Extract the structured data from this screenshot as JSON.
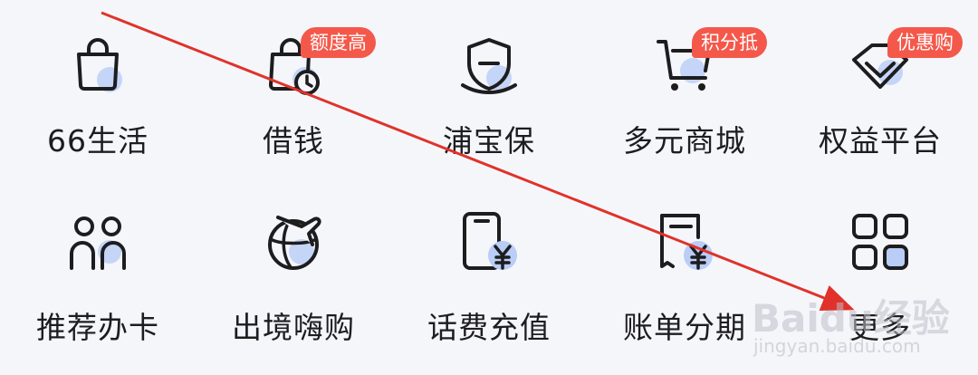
{
  "menu": {
    "row1": [
      {
        "label": "66生活",
        "icon": "shopping-bag-icon"
      },
      {
        "label": "借钱",
        "icon": "bag-clock-icon",
        "badge": "额度高"
      },
      {
        "label": "浦宝保",
        "icon": "shield-icon"
      },
      {
        "label": "多元商城",
        "icon": "cart-icon",
        "badge": "积分抵"
      },
      {
        "label": "权益平台",
        "icon": "diamond-icon",
        "badge": "优惠购"
      }
    ],
    "row2": [
      {
        "label": "推荐办卡",
        "icon": "people-icon"
      },
      {
        "label": "出境嗨购",
        "icon": "globe-plane-icon"
      },
      {
        "label": "话费充值",
        "icon": "phone-yen-icon"
      },
      {
        "label": "账单分期",
        "icon": "bill-yen-icon"
      },
      {
        "label": "更多",
        "icon": "grid-more-icon"
      }
    ]
  },
  "watermark": {
    "brand": "Baidu经验",
    "url": "jingyan.baidu.com"
  },
  "colors": {
    "badge": "#f4584a",
    "icon_stroke": "#1d1d1f",
    "icon_accent": "#b9cdf6",
    "arrow": "#e0322b"
  }
}
